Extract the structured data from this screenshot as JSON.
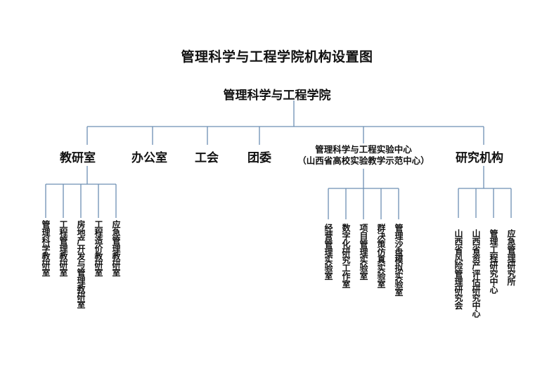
{
  "title": "管理科学与工程学院机构设置图",
  "root": "管理科学与工程学院",
  "departments": {
    "teaching": "教研室",
    "office": "办公室",
    "union": "工会",
    "league": "团委",
    "center_line1": "管理科学与工程实验中心",
    "center_line2": "（山西省高校实验教学示范中心）",
    "research": "研究机构"
  },
  "teaching_sections": [
    "管理科学教研室",
    "工程管理教研室",
    "房地产开发与管理教研室",
    "工程造价教研室",
    "应急管理教研室"
  ],
  "center_labs": [
    "经营管理实验室",
    "数字化研究工作室",
    "项目管理实验室",
    "群决策仿真实验室",
    "管理沙盘模拟实验室"
  ],
  "research_units": [
    "山西省风险管理研究会",
    "山西省资产评估研究中心",
    "管理工程研究中心",
    "应急管理研究所"
  ],
  "colors": {
    "line": "#6d8fb3",
    "text": "#111111"
  }
}
